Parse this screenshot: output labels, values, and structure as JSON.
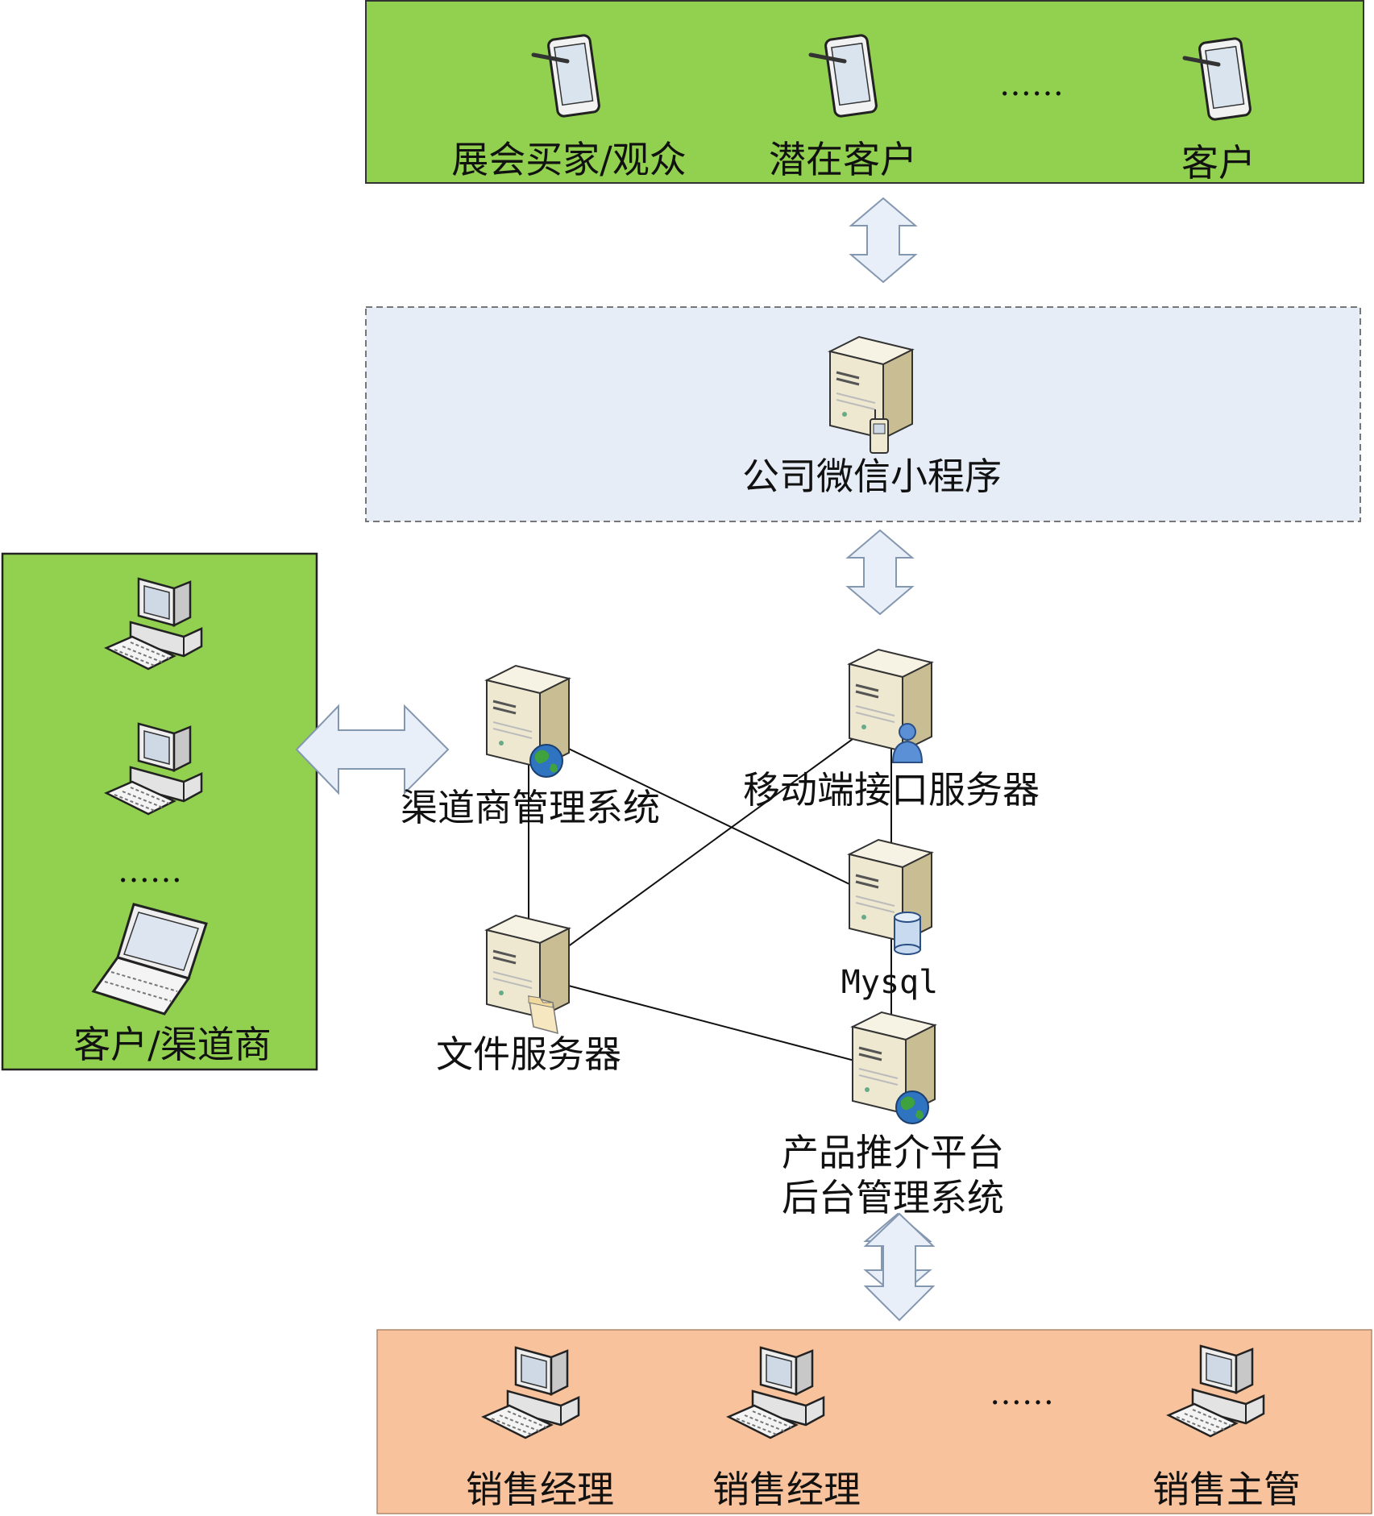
{
  "top_panel": {
    "labels": [
      "展会买家/观众",
      "潜在客户",
      "客户"
    ],
    "ellipsis": "……",
    "color": "#92d050"
  },
  "mini_program": {
    "label": "公司微信小程序",
    "color": "#e7edf6"
  },
  "left_panel": {
    "label": "客户/渠道商",
    "ellipsis": "……",
    "color": "#92d050"
  },
  "servers": {
    "channel": "渠道商管理系统",
    "mobile_api": "移动端接口服务器",
    "mysql": "Mysql",
    "file": "文件服务器",
    "product_line1": "产品推介平台",
    "product_line2": "后台管理系统"
  },
  "bottom_panel": {
    "labels": [
      "销售经理",
      "销售经理",
      "销售主管"
    ],
    "ellipsis": "……",
    "color": "#f8c39c"
  },
  "icons": {
    "tablet": "tablet-icon",
    "desktop": "desktop-computer-icon",
    "laptop": "laptop-icon",
    "server": "server-icon",
    "globe": "globe-icon",
    "user": "user-icon",
    "database": "database-icon",
    "folder": "folder-icon",
    "phone": "mobile-phone-icon",
    "arrow": "double-arrow-icon"
  },
  "colors": {
    "arrow_fill": "#e9eff8",
    "arrow_stroke": "#8497b0",
    "server_front": "#efe9d2",
    "server_side": "#c7bb8f"
  }
}
